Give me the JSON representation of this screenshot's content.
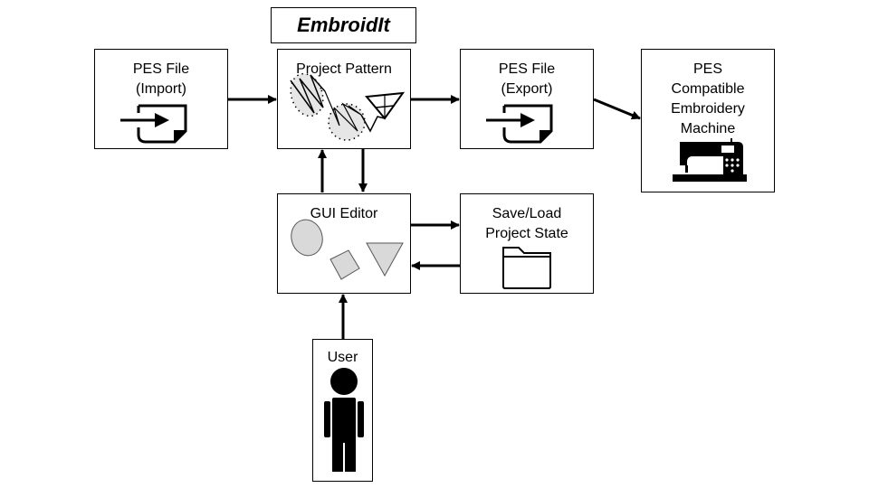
{
  "title": "EmbroidIt",
  "nodes": {
    "pes_import": {
      "lines": [
        "PES File",
        "(Import)"
      ]
    },
    "project_pattern": {
      "lines": [
        "Project Pattern"
      ]
    },
    "pes_export": {
      "lines": [
        "PES File",
        "(Export)"
      ]
    },
    "machine": {
      "lines": [
        "PES",
        "Compatible",
        "Embroidery",
        "Machine"
      ]
    },
    "gui_editor": {
      "lines": [
        "GUI Editor"
      ]
    },
    "save_load": {
      "lines": [
        "Save/Load",
        "Project State"
      ]
    },
    "user": {
      "lines": [
        "User"
      ]
    }
  },
  "edges": [
    {
      "from": "pes_import",
      "to": "project_pattern"
    },
    {
      "from": "project_pattern",
      "to": "pes_export"
    },
    {
      "from": "pes_export",
      "to": "machine"
    },
    {
      "from": "gui_editor",
      "to": "project_pattern"
    },
    {
      "from": "project_pattern",
      "to": "gui_editor"
    },
    {
      "from": "gui_editor",
      "to": "save_load"
    },
    {
      "from": "save_load",
      "to": "gui_editor"
    },
    {
      "from": "user",
      "to": "gui_editor"
    }
  ],
  "colors": {
    "stroke": "#000000",
    "shape_fill": "#d9d9d9",
    "shape_stroke": "#555555"
  },
  "icons": {
    "import": "file-import-icon",
    "export": "file-export-icon",
    "pattern": "stitch-pattern-icon",
    "machine": "sewing-machine-icon",
    "shapes": "shapes-icon",
    "folder": "folder-icon",
    "user": "person-icon"
  }
}
